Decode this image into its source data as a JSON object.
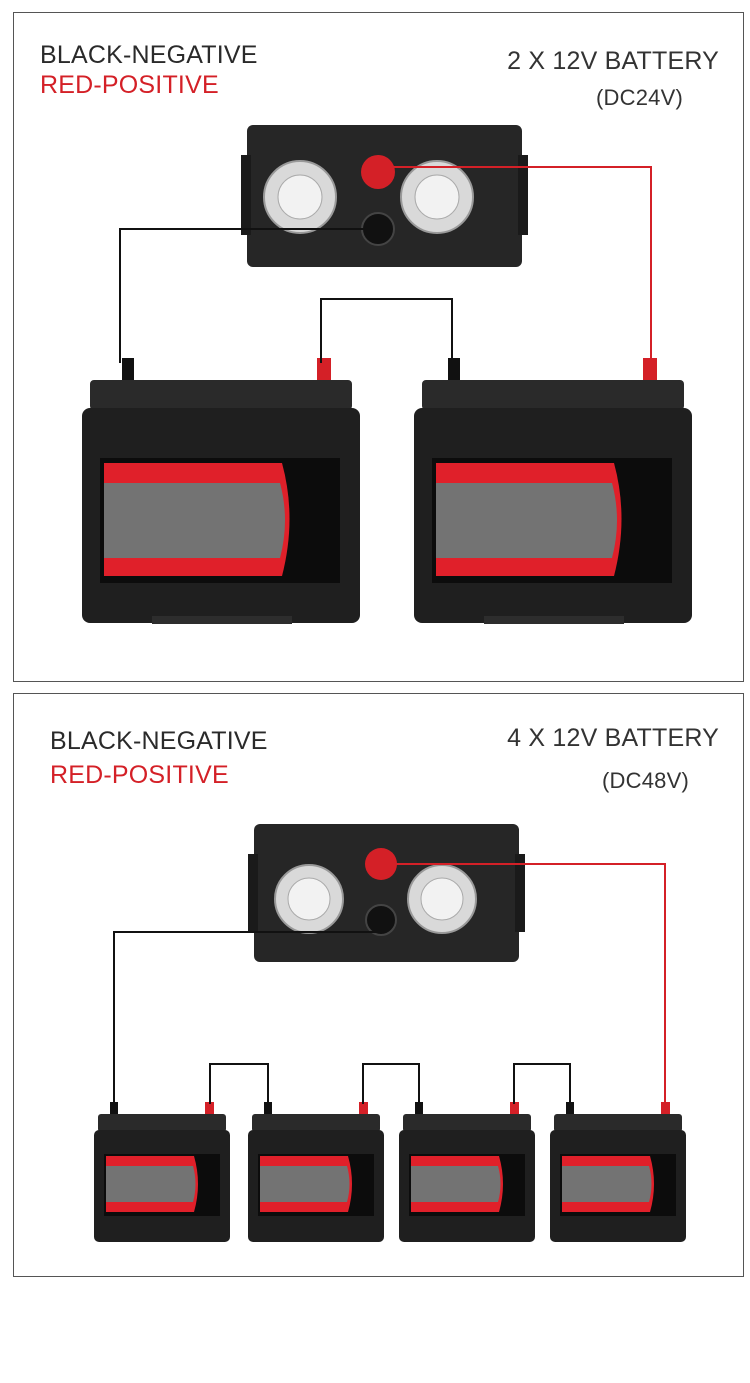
{
  "panels": [
    {
      "legend_negative": "BLACK-NEGATIVE",
      "legend_positive": "RED-POSITIVE",
      "config": "2 X 12V BATTERY",
      "voltage": "(DC24V)"
    },
    {
      "legend_negative": "BLACK-NEGATIVE",
      "legend_positive": "RED-POSITIVE",
      "config": "4 X 12V BATTERY",
      "voltage": "(DC48V)"
    }
  ],
  "colors": {
    "negative_wire": "#111111",
    "positive_wire": "#d42027",
    "battery_body": "#1f1f1f",
    "label_band": "#e0202a",
    "label_center": "#737373"
  }
}
